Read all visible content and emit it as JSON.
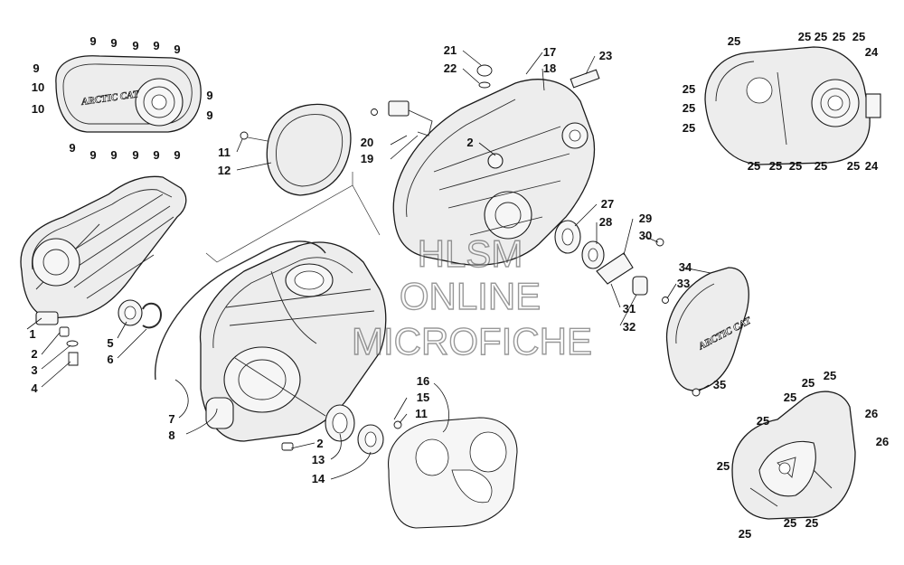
{
  "watermark": {
    "line1": "HLSM",
    "line2": "ONLINE",
    "line3": "MICROFICHE"
  },
  "logos": {
    "cover_left": "ARCTIC CAT",
    "cover_right": "ARCTIC CAT"
  },
  "colors": {
    "ink": "#1a1a1a",
    "paper": "#ffffff",
    "part_fill": "#ededed"
  },
  "callouts": [
    {
      "id": "c1",
      "text": "1"
    },
    {
      "id": "c2",
      "text": "2"
    },
    {
      "id": "c3",
      "text": "3"
    },
    {
      "id": "c4",
      "text": "4"
    },
    {
      "id": "c5",
      "text": "5"
    },
    {
      "id": "c6",
      "text": "6"
    },
    {
      "id": "c7",
      "text": "7"
    },
    {
      "id": "c8",
      "text": "8"
    },
    {
      "id": "c9a",
      "text": "9"
    },
    {
      "id": "c9b",
      "text": "9"
    },
    {
      "id": "c9c",
      "text": "9"
    },
    {
      "id": "c9d",
      "text": "9"
    },
    {
      "id": "c9e",
      "text": "9"
    },
    {
      "id": "c9f",
      "text": "9"
    },
    {
      "id": "c9g",
      "text": "9"
    },
    {
      "id": "c9h",
      "text": "9"
    },
    {
      "id": "c9i",
      "text": "9"
    },
    {
      "id": "c9j",
      "text": "9"
    },
    {
      "id": "c9k",
      "text": "9"
    },
    {
      "id": "c9l",
      "text": "9"
    },
    {
      "id": "c9m",
      "text": "9"
    },
    {
      "id": "c9n",
      "text": "9"
    },
    {
      "id": "c9o",
      "text": "9"
    },
    {
      "id": "c10a",
      "text": "10"
    },
    {
      "id": "c10b",
      "text": "10"
    },
    {
      "id": "c11a",
      "text": "11"
    },
    {
      "id": "c12",
      "text": "12"
    },
    {
      "id": "c2b",
      "text": "2"
    },
    {
      "id": "c13",
      "text": "13"
    },
    {
      "id": "c14",
      "text": "14"
    },
    {
      "id": "c11b",
      "text": "11"
    },
    {
      "id": "c15",
      "text": "15"
    },
    {
      "id": "c16",
      "text": "16"
    },
    {
      "id": "c17",
      "text": "17"
    },
    {
      "id": "c18",
      "text": "18"
    },
    {
      "id": "c19",
      "text": "19"
    },
    {
      "id": "c20",
      "text": "20"
    },
    {
      "id": "c21",
      "text": "21"
    },
    {
      "id": "c22",
      "text": "22"
    },
    {
      "id": "c23",
      "text": "23"
    },
    {
      "id": "c2c",
      "text": "2"
    },
    {
      "id": "c27",
      "text": "27"
    },
    {
      "id": "c28",
      "text": "28"
    },
    {
      "id": "c29",
      "text": "29"
    },
    {
      "id": "c30",
      "text": "30"
    },
    {
      "id": "c31",
      "text": "31"
    },
    {
      "id": "c32",
      "text": "32"
    },
    {
      "id": "c33",
      "text": "33"
    },
    {
      "id": "c34",
      "text": "34"
    },
    {
      "id": "c35",
      "text": "35"
    },
    {
      "id": "c25a",
      "text": "25"
    },
    {
      "id": "c25b",
      "text": "25"
    },
    {
      "id": "c25c",
      "text": "25"
    },
    {
      "id": "c25d",
      "text": "25"
    },
    {
      "id": "c25e",
      "text": "25"
    },
    {
      "id": "c25f",
      "text": "25"
    },
    {
      "id": "c25g",
      "text": "25"
    },
    {
      "id": "c25h",
      "text": "25"
    },
    {
      "id": "c25i",
      "text": "25"
    },
    {
      "id": "c25j",
      "text": "25"
    },
    {
      "id": "c25k",
      "text": "25"
    },
    {
      "id": "c25l",
      "text": "25"
    },
    {
      "id": "c25m",
      "text": "25"
    },
    {
      "id": "c25n",
      "text": "25"
    },
    {
      "id": "c24a",
      "text": "24"
    },
    {
      "id": "c24b",
      "text": "24"
    },
    {
      "id": "c25o",
      "text": "25"
    },
    {
      "id": "c25p",
      "text": "25"
    },
    {
      "id": "c25q",
      "text": "25"
    },
    {
      "id": "c25r",
      "text": "25"
    },
    {
      "id": "c25s",
      "text": "25"
    },
    {
      "id": "c25t",
      "text": "25"
    },
    {
      "id": "c25u",
      "text": "25"
    },
    {
      "id": "c25v",
      "text": "25"
    },
    {
      "id": "c26a",
      "text": "26"
    },
    {
      "id": "c26b",
      "text": "26"
    }
  ]
}
